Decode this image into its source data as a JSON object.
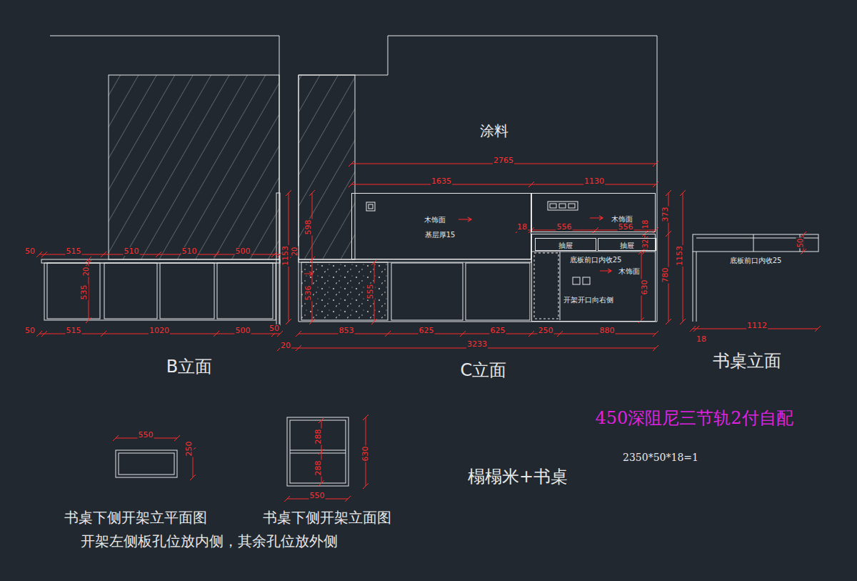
{
  "diagram": {
    "nodes": [
      {
        "text": [
          "木饰面",
          "基层厚15"
        ]
      },
      {
        "text": [
          "木饰面"
        ]
      },
      {
        "text": [
          "底板前口内收25",
          "木饰面",
          "开架开口向右侧"
        ]
      },
      {
        "text": [
          "抽屉"
        ],
        "in": 2
      },
      {
        "text": [
          "抽屉"
        ],
        "in": 2
      }
    ],
    "labels": [
      "涂料",
      "2765",
      "1635",
      "1130",
      "18",
      "556",
      "556",
      "18",
      "32",
      "373",
      "780",
      "1153",
      "630",
      "598",
      "536",
      "555",
      "1153",
      "20",
      "50",
      "515",
      "510",
      "510",
      "500",
      "20",
      "535",
      "50",
      "515",
      "1020",
      "500",
      "50",
      "20",
      "853",
      "625",
      "625",
      "250",
      "880",
      "3233",
      "B立面",
      "C立面",
      "50",
      "底板前口内收25",
      "1112",
      "18",
      "书桌立面",
      "450深阻尼三节轨2付自配",
      "2350*50*18=1",
      "榻榻米+书桌",
      "550",
      "250",
      "288",
      "288",
      "630",
      "550",
      "书桌下侧开架立平面图",
      "书桌下侧开架立面图",
      "开架左侧板孔位放内侧，其余孔位放外侧"
    ]
  }
}
